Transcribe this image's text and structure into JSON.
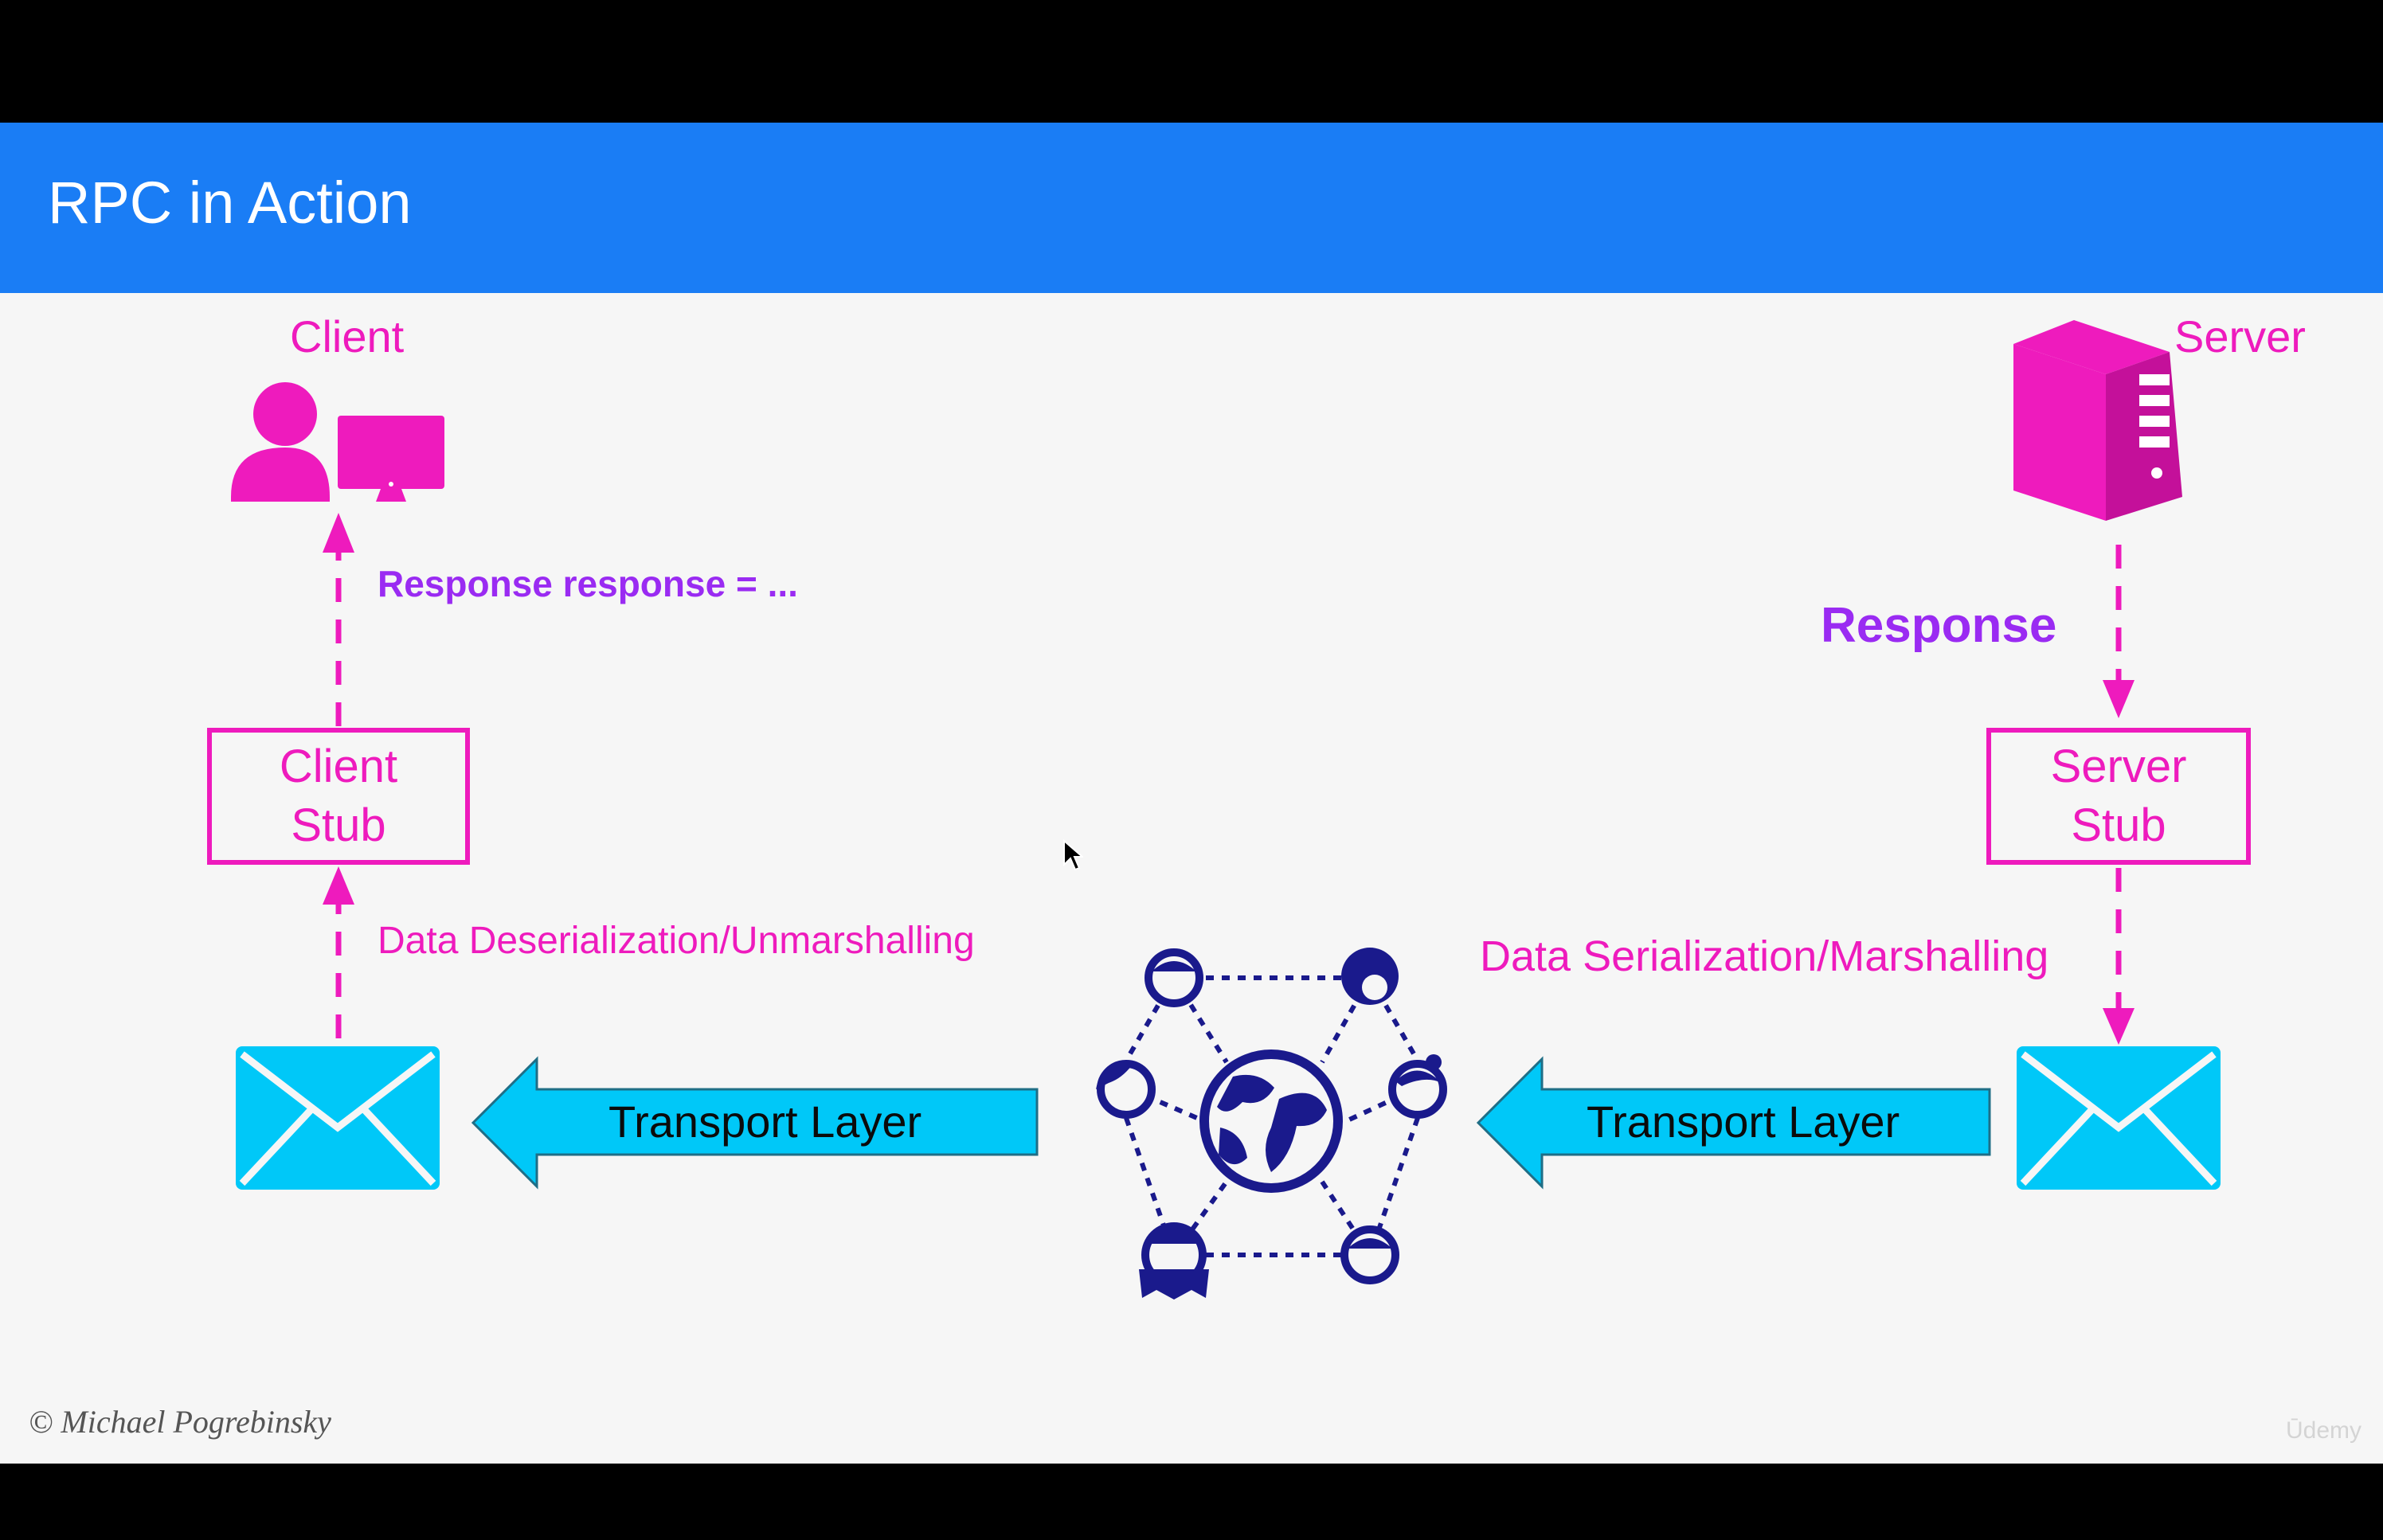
{
  "slide": {
    "title": "RPC in Action",
    "header_color": "#1a7df5",
    "accent_color": "#ee1bbd",
    "code_color": "#9a2bf2"
  },
  "client": {
    "label": "Client",
    "icon": "user-with-monitor-icon",
    "stub_line1": "Client",
    "stub_line2": "Stub",
    "response_code": "Response response = ...",
    "deserialization_label": "Data Deserialization/Unmarshalling",
    "envelope_icon": "envelope-icon"
  },
  "server": {
    "label": "Server",
    "icon": "server-tower-icon",
    "stub_line1": "Server",
    "stub_line2": "Stub",
    "response_label": "Response",
    "serialization_label": "Data Serialization/Marshalling",
    "envelope_icon": "envelope-icon"
  },
  "transport": {
    "left_label": "Transport Layer",
    "right_label": "Transport Layer",
    "arrow_color": "#00c8f8",
    "network_icon": "global-network-icon"
  },
  "footer": {
    "copyright": "© Michael Pogrebinsky",
    "watermark": "Ūdemy"
  }
}
